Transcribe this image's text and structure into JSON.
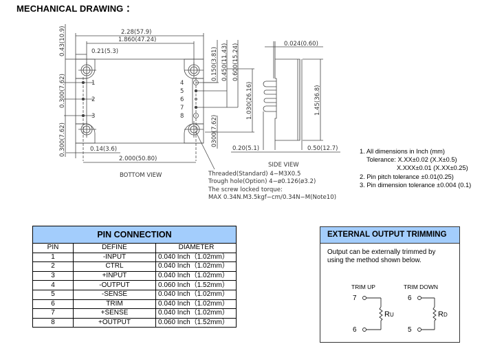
{
  "title": "MECHANICAL DRAWING  ：",
  "bottom_view": {
    "caption": "BOTTOM VIEW",
    "dims": {
      "overall_width": "2.28(57.9)",
      "hole_span": "1.860(47.24)",
      "hole_offset": "0.21(5.3)",
      "top_margin": "0.43(10.9)",
      "pin_pitch_upper": "0.300(7.62)",
      "pin_pitch_lower": "0.300(7.62)",
      "bottom_offset": "0.14(3.6)",
      "pin_row_span": "2.000(50.80)",
      "right_150": "0.150(3.81)",
      "right_450": "0.450(11.43)",
      "right_600": "0.600(15.24)",
      "right_300": "0300(7.62)",
      "right_1030": "1.030(26.16)"
    },
    "pins_left": [
      "1",
      "2",
      "3"
    ],
    "pins_right": [
      "4",
      "5",
      "6",
      "7",
      "8"
    ]
  },
  "side_view": {
    "caption": "SIDE VIEW",
    "dims": {
      "flange": "0.024(0.60)",
      "height": "1.45(36.8)",
      "pin_length": "0.20(5.1)",
      "depth": "0.50(12.7)"
    }
  },
  "thread_notes": [
    "Threaded(Standard) 4−M3X0.5",
    "Trough hole(Option) 4−ø0.126(ø3.2)",
    "The screw locked torque:",
    "MAX 0.34N.M3.5kgf−cm/0.34N−M(Note10)"
  ],
  "notes": [
    "1. All dimensions in Inch (mm)",
    "Tolerance: X.XX±0.02 (X.X±0.5)",
    "X.XXX±0.01 (X.XX±0.25)",
    "2. Pin pitch tolerance ±0.01(0.25)",
    "3. Pin dimension tolerance ±0.004 (0.1)"
  ],
  "pin_connection": {
    "title": "PIN CONNECTION",
    "columns": [
      "PIN",
      "DEFINE",
      "DIAMETER"
    ],
    "rows": [
      {
        "pin": "1",
        "define": "-INPUT",
        "diameter": "0.040 Inch（1.02mm）"
      },
      {
        "pin": "2",
        "define": "CTRL",
        "diameter": "0.040 Inch（1.02mm）"
      },
      {
        "pin": "3",
        "define": "+INPUT",
        "diameter": "0.040 Inch（1.02mm）"
      },
      {
        "pin": "4",
        "define": "-OUTPUT",
        "diameter": "0.060 Inch（1.52mm）"
      },
      {
        "pin": "5",
        "define": "-SENSE",
        "diameter": "0.040 Inch（1.02mm）"
      },
      {
        "pin": "6",
        "define": "TRIM",
        "diameter": "0.040 Inch（1.02mm）"
      },
      {
        "pin": "7",
        "define": "+SENSE",
        "diameter": "0.040 Inch（1.02mm）"
      },
      {
        "pin": "8",
        "define": "+OUTPUT",
        "diameter": "0.060 Inch（1.52mm）"
      }
    ]
  },
  "trimming": {
    "title": "EXTERNAL OUTPUT TRIMMING",
    "description": [
      "Output can be externally trimmed by",
      "using the method shown below."
    ],
    "trim_up": {
      "label": "TRIM UP",
      "top_pin": "7",
      "bottom_pin": "6",
      "resistor": "R",
      "sub": "U"
    },
    "trim_down": {
      "label": "TRIM DOWN",
      "top_pin": "6",
      "bottom_pin": "5",
      "resistor": "R",
      "sub": "D"
    }
  },
  "colors": {
    "header_fill": "#a3cdfc",
    "line": "#333333"
  }
}
